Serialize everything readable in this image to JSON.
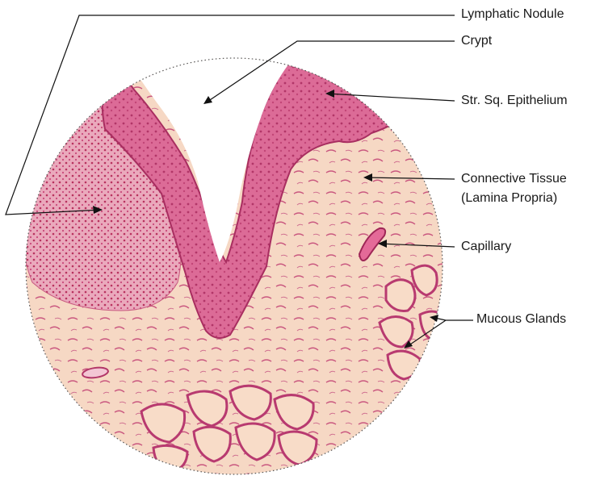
{
  "diagram": {
    "labels": {
      "lymphatic_nodule": "Lymphatic Nodule",
      "crypt": "Crypt",
      "epithelium": "Str. Sq. Epithelium",
      "connective_tissue_line1": "Connective Tissue",
      "connective_tissue_line2": "(Lamina Propria)",
      "capillary": "Capillary",
      "mucous_glands": "Mucous Glands"
    },
    "colors": {
      "background": "#ffffff",
      "connective_tissue": "#f6d8c4",
      "epithelium": "#d95d8e",
      "epithelium_dark": "#b83a70",
      "lymphatic_nodule": "#e9a4b8",
      "nodule_dots": "#c2426f",
      "crypt_lumen": "#ffffff",
      "leader_lines": "#111111",
      "outline": "#555555"
    }
  }
}
